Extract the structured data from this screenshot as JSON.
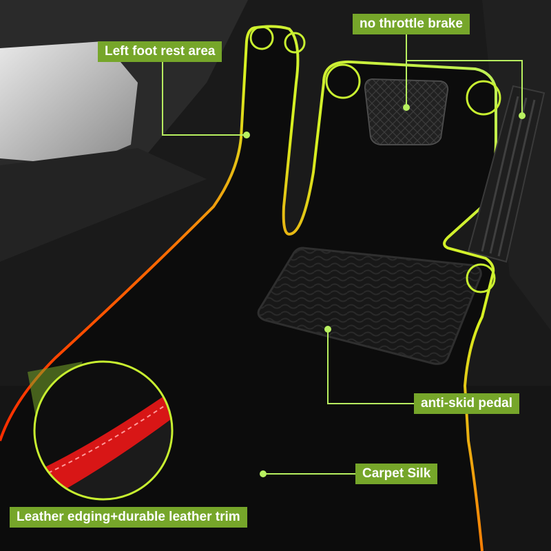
{
  "labels": {
    "left_foot_rest": "Left foot rest area",
    "no_throttle_brake": "no throttle brake",
    "anti_skid_pedal": "anti-skid pedal",
    "carpet_silk": "Carpet Silk",
    "leather_edging": "Leather edging+durable leather trim"
  },
  "colors": {
    "label_background": "#76a62a",
    "label_text": "#ffffff",
    "callout_line": "#b8f060",
    "mat_outline_red": "#ff2a10",
    "mat_outline_green": "#c8f030",
    "carpet": "#0c0c0c"
  }
}
